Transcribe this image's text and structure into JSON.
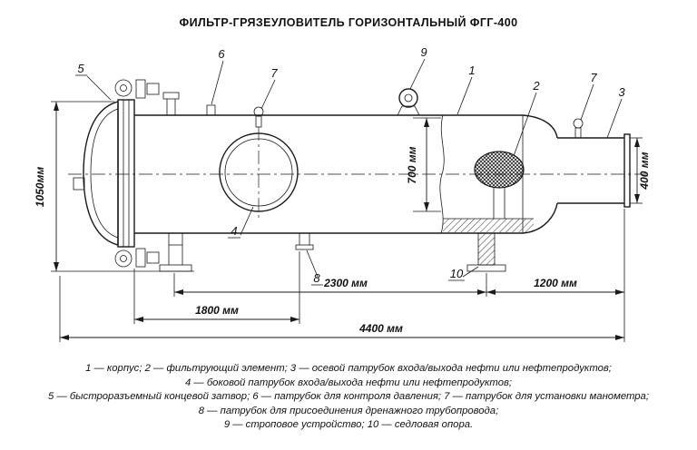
{
  "title": "ФИЛЬТР-ГРЯЗЕУЛОВИТЕЛЬ ГОРИЗОНТАЛЬНЫЙ ФГГ-400",
  "callouts": {
    "n1": "1",
    "n2": "2",
    "n3": "3",
    "n4": "4",
    "n5": "5",
    "n6": "6",
    "n7": "7",
    "n8": "8",
    "n9": "9",
    "n10": "10"
  },
  "dimensions": {
    "height_overall": "1050мм",
    "shell_diameter": "700 мм",
    "nozzle_diameter": "400 мм",
    "support_span": "2300 мм",
    "right_span": "1200 мм",
    "left_span": "1800 мм",
    "overall_length": "4400 мм"
  },
  "legend": {
    "lines": [
      "1 — корпус; 2 — фильтрующий элемент; 3 — осевой патрубок входа/выхода нефти или нефтепродуктов;",
      "4 — боковой патрубок входа/выхода нефти или нефтепродуктов;",
      "5 — быстроразъемный концевой затвор; 6 — патрубок для контроля давления; 7 — патрубок для установки манометра;",
      "8 — патрубок для присоединения дренажного трубопровода;",
      "9 — строповое устройство; 10 — седловая опора."
    ]
  },
  "colors": {
    "line": "#1a1a1a",
    "background": "#ffffff"
  }
}
